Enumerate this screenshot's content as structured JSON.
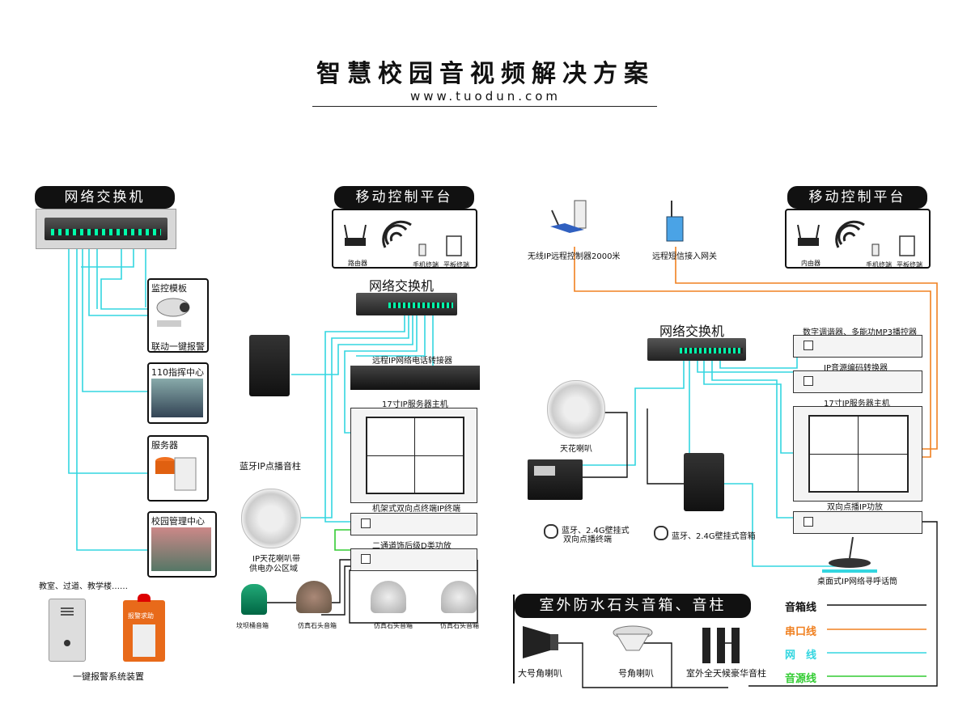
{
  "header": {
    "title": "智慧校园音视频解决方案",
    "website": "www.tuodun.com"
  },
  "left": {
    "switch_title": "网络交换机",
    "panels": [
      {
        "title": "监控模板",
        "caption": "联动一键报警"
      },
      {
        "title": "110指挥中心",
        "caption": ""
      },
      {
        "title": "服务器",
        "caption": ""
      },
      {
        "title": "校园管理中心",
        "caption": ""
      }
    ],
    "location_note": "教室、过道、教学楼……",
    "alarm_caption": "一键报警系统装置",
    "alarm_sign": "报警求助"
  },
  "middle": {
    "mobile_title": "移动控制平台",
    "router_label": "路由器",
    "phone_label": "手机终端",
    "tablet_label": "平板终端",
    "switch_label": "网络交换机",
    "phone_gateway_label": "远程IP网络电话转接器",
    "server_label": "17寸IP服务器主机",
    "bluetooth_column_label": "蓝牙IP点播音柱",
    "ceiling_speaker_label_1": "IP天花喇叭带",
    "ceiling_speaker_label_2": "供电办公区域",
    "rack_terminal_label": "机架式双向点终端IP终端",
    "amp_label": "二通道饰后级D类功放",
    "lawn_speakers": [
      "坟坝桶音箱",
      "仿真石头音箱",
      "仿真石头音箱",
      "仿真石头音箱"
    ]
  },
  "right": {
    "mobile_title": "移动控制平台",
    "router_label": "内由器",
    "phone_label": "手机终端",
    "tablet_label": "平板终端",
    "wireless_remote_label": "无线IP远程控制器2000米",
    "sms_gateway_label": "远程短信接入网关",
    "switch_label": "网络交换机",
    "mp3_label": "数字调谐器、多能功MP3播控器",
    "encoder_label": "IP音源编码转换器",
    "server_label": "17寸IP服务器主机",
    "ceiling_label": "天花喇叭",
    "bt_wall_terminal_1": "蓝牙、2.4G壁挂式",
    "bt_wall_terminal_2": "双向点播终端",
    "bt_wall_speaker": "蓝牙、2.4G壁挂式音箱",
    "ip_amp_label": "双向点播IP功放",
    "mic_label": "桌面式IP网络寻呼话筒",
    "outdoor_title": "室外防水石头音箱、音柱",
    "outdoor_items": [
      "大号角喇叭",
      "号角喇叭",
      "室外全天候豪华音柱"
    ]
  },
  "legend": [
    {
      "label": "音箱线",
      "color": "#111111"
    },
    {
      "label": "串口线",
      "color": "#f08020"
    },
    {
      "label": "网　线",
      "color": "#33d6e0"
    },
    {
      "label": "音源线",
      "color": "#33cc33"
    }
  ]
}
